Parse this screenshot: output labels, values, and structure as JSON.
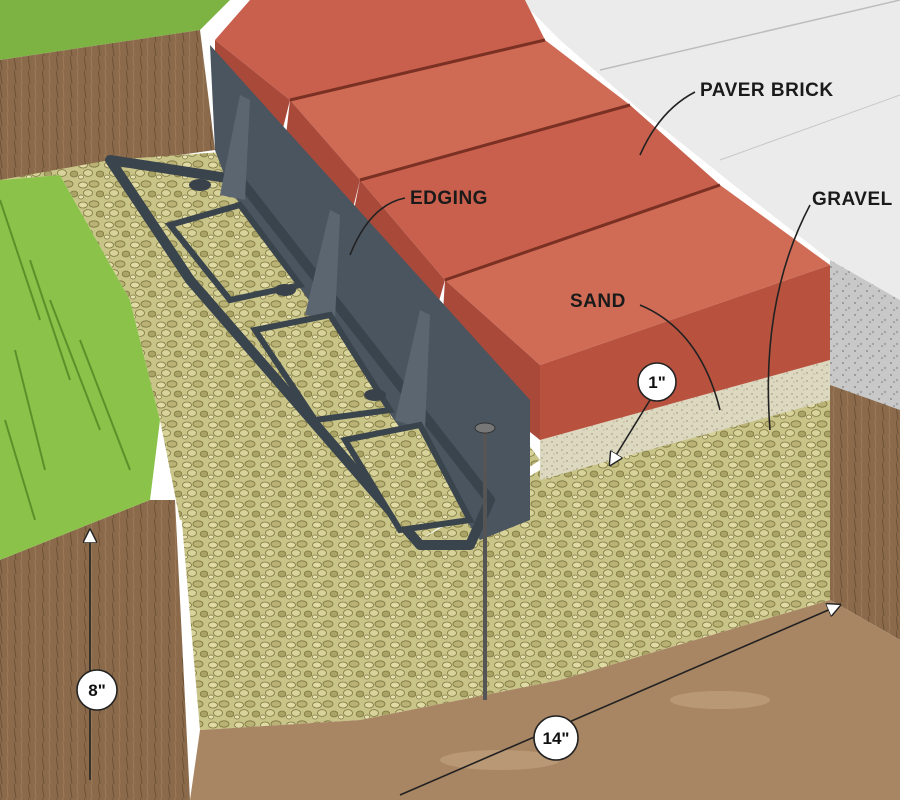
{
  "labels": {
    "paver_brick": "PAVER BRICK",
    "edging": "EDGING",
    "gravel": "GRAVEL",
    "sand": "SAND"
  },
  "dimensions": {
    "sand_depth": "1\"",
    "trench_depth": "8\"",
    "base_width": "14\""
  },
  "colors": {
    "brick": "#c8604d",
    "brick_dark": "#a9493a",
    "gravel": "#c9c488",
    "sand": "#ddd8c0",
    "soil": "#8a6a4a",
    "grass": "#7cb342",
    "edging": "#4a5560",
    "concrete": "#e6e6e6"
  },
  "icons": [
    "spike-nail-icon",
    "arrow-icon"
  ]
}
